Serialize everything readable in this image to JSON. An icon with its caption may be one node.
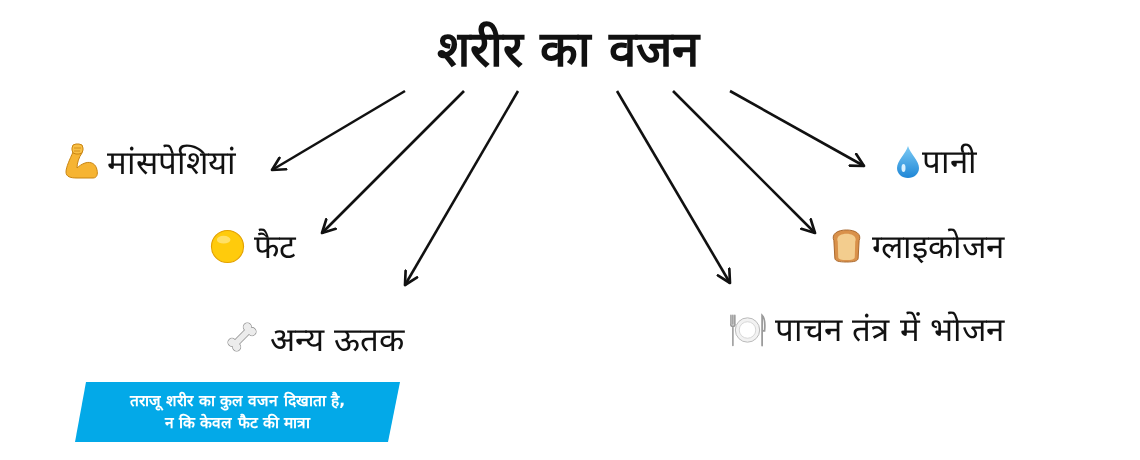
{
  "diagram": {
    "nodes": [
      {
        "text": [
          "शरीर का वजन"
        ]
      },
      {
        "text": [
          "मांसपेशियां"
        ]
      },
      {
        "text": [
          "फैट"
        ]
      },
      {
        "text": [
          "अन्य ऊतक"
        ]
      },
      {
        "text": [
          "पानी"
        ]
      },
      {
        "text": [
          "ग्लाइकोजन"
        ]
      },
      {
        "text": [
          "पाचन तंत्र में भोजन"
        ]
      },
      {
        "text": [
          "तराजू शरीर का कुल वजन दिखाता है, न कि केवल फैट की मात्रा"
        ]
      }
    ],
    "edges": [
      {
        "from": 0,
        "to": 1,
        "arrow": "to"
      },
      {
        "from": 0,
        "to": 2,
        "arrow": "to"
      },
      {
        "from": 0,
        "to": 3,
        "arrow": "to"
      },
      {
        "from": 0,
        "to": 6,
        "arrow": "to"
      },
      {
        "from": 0,
        "to": 5,
        "arrow": "to"
      },
      {
        "from": 0,
        "to": 4,
        "arrow": "to"
      }
    ]
  }
}
